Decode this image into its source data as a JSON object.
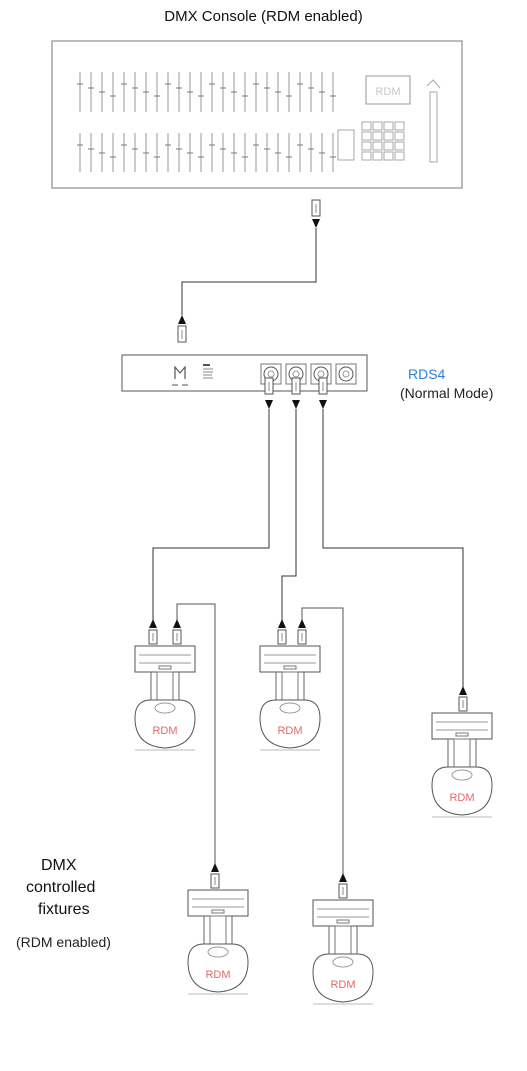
{
  "diagram": {
    "console": {
      "title": "DMX Console (RDM enabled)",
      "screen_label": "RDM"
    },
    "splitter": {
      "name": "RDS4",
      "mode": "(Normal Mode)"
    },
    "fixtures_label": {
      "line1": "DMX",
      "line2": "controlled",
      "line3": "fixtures",
      "line4": "(RDM enabled)"
    },
    "fixture_badge": "RDM",
    "colors": {
      "line": "#333333",
      "device_outline": "#555555",
      "fixture_text": "#e06a6a",
      "accent_blue": "#2f7fd6"
    },
    "icons": [
      "xlr-connector-icon",
      "arrow-down-icon",
      "moving-head-fixture-icon"
    ]
  }
}
